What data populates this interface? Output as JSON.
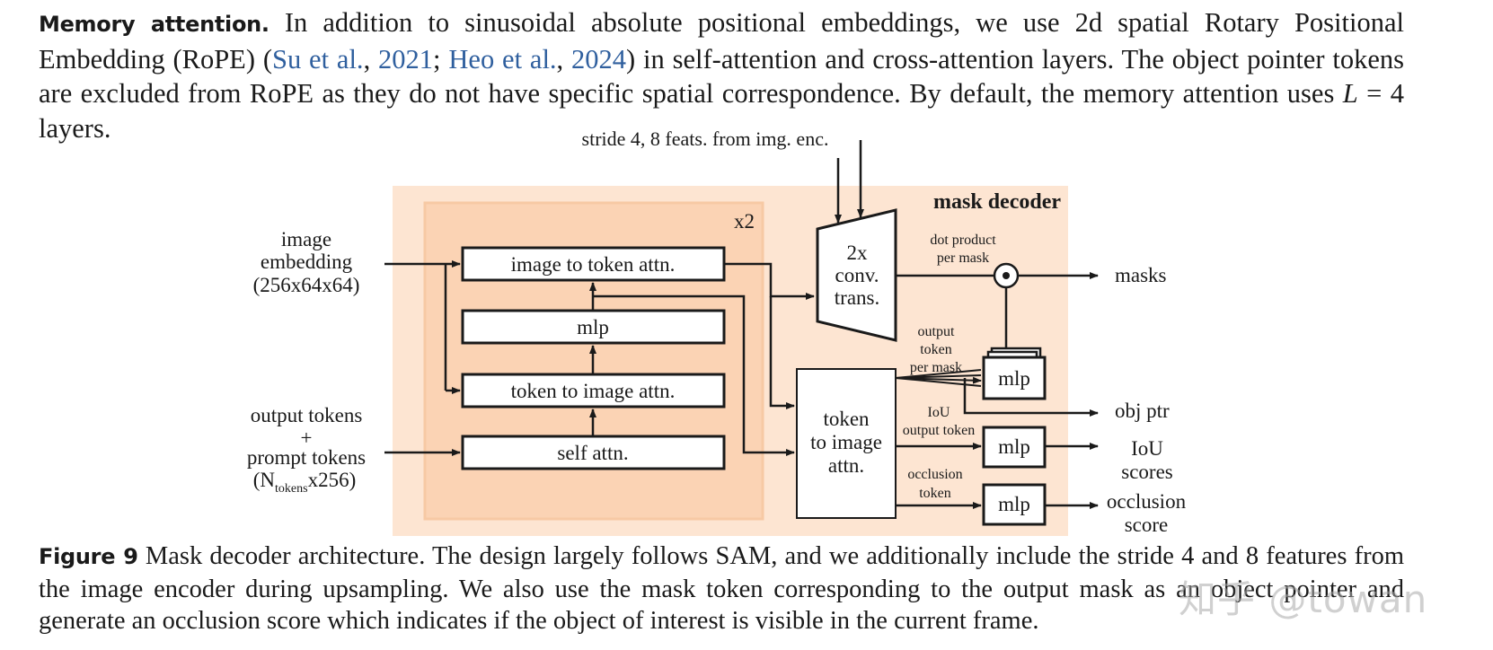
{
  "memory_paragraph": {
    "lead": "Memory attention.",
    "t1": " In addition to sinusoidal absolute positional embeddings, we use 2d spatial Rotary Positional Embedding (RoPE) (",
    "cite1_author": "Su et al.",
    "cite1_sep": ", ",
    "cite1_year": "2021",
    "semicolon": "; ",
    "cite2_author": "Heo et al.",
    "cite2_sep": ", ",
    "cite2_year": "2024",
    "t2": ") in self-attention and cross-attention layers. The object pointer tokens are excluded from RoPE as they do not have specific spatial correspondence. By default, the memory attention uses ",
    "math_L": "L",
    "math_rest": " = 4",
    "t3": " layers."
  },
  "diagram": {
    "top_input": "stride 4, 8 feats. from img. enc.",
    "title": "mask decoder",
    "repeat": "x2",
    "image_embedding": [
      "image",
      "embedding",
      "(256x64x64)"
    ],
    "output_tokens": [
      "output tokens",
      "+",
      "prompt tokens"
    ],
    "tokens_dim": {
      "open": "(N",
      "sub": "tokens",
      "close": "x256)"
    },
    "blocks": {
      "image_to_token": "image to token attn.",
      "mlp": "mlp",
      "token_to_image": "token to image attn.",
      "self_attn": "self attn."
    },
    "conv": [
      "2x",
      "conv.",
      "trans."
    ],
    "token_to_image_big": [
      "token",
      "to image",
      "attn."
    ],
    "dot_product": [
      "dot product",
      "per mask"
    ],
    "output_token_per_mask": [
      "output",
      "token",
      "per mask"
    ],
    "iou_output_token": [
      "IoU",
      "output token"
    ],
    "occlusion_token": [
      "occlusion",
      "token"
    ],
    "mlp_label": "mlp",
    "outputs": {
      "masks": "masks",
      "obj_ptr": "obj ptr",
      "iou_scores": [
        "IoU",
        "scores"
      ],
      "occlusion_score": [
        "occlusion",
        "score"
      ]
    },
    "colors": {
      "outer_fill": "#fde5d2",
      "inner_fill": "#fbd3b4",
      "inner_border": "#f7c9a4",
      "line": "#1a1a1a"
    }
  },
  "caption": {
    "label": "Figure 9",
    "text": "  Mask decoder architecture. The design largely follows SAM, and we additionally include the stride 4 and 8 features from the image encoder during upsampling. We also use the mask token corresponding to the output mask as an object pointer and generate an occlusion score which indicates if the object of interest is visible in the current frame."
  },
  "watermark": "知乎 @towan"
}
